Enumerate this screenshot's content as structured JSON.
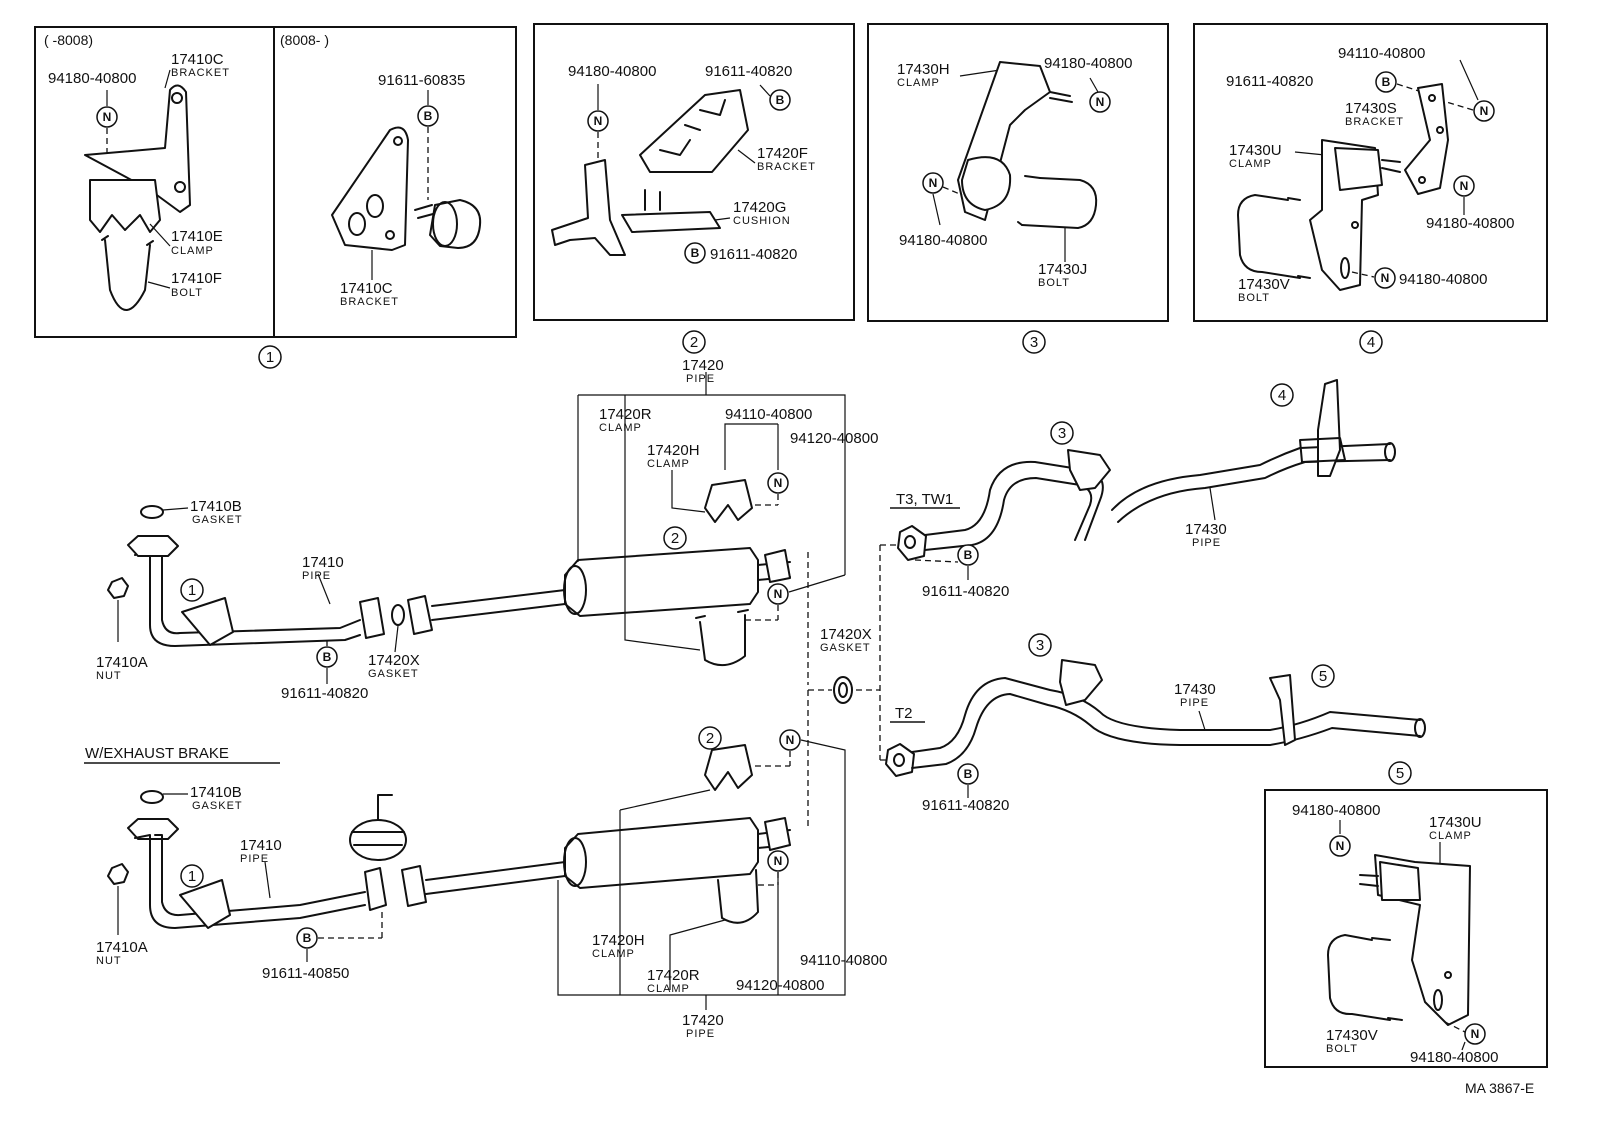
{
  "panels": {
    "p1a": {
      "range": "(      -8008)",
      "bracket_no": "17410C",
      "bracket_name": "BRACKET",
      "nut_no": "94180-40800",
      "clamp_no": "17410E",
      "clamp_name": "CLAMP",
      "bolt_no": "17410F",
      "bolt_name": "BOLT"
    },
    "p1b": {
      "range": "(8008-        )",
      "bolt_no": "91611-60835",
      "bracket_no": "17410C",
      "bracket_name": "BRACKET"
    },
    "p1_ref": "1",
    "p2": {
      "nut_no": "94180-40800",
      "bolt_no": "91611-40820",
      "bracket_no": "17420F",
      "bracket_name": "BRACKET",
      "cushion_no": "17420G",
      "cushion_name": "CUSHION",
      "bolt2_no": "91611-40820",
      "ref": "2"
    },
    "p3": {
      "clamp_no": "17430H",
      "clamp_name": "CLAMP",
      "nut_no": "94180-40800",
      "nut2_no": "94180-40800",
      "bolt_no": "17430J",
      "bolt_name": "BOLT",
      "ref": "3"
    },
    "p4": {
      "nut_no": "94110-40800",
      "bolt_no": "91611-40820",
      "bracket_no": "17430S",
      "bracket_name": "BRACKET",
      "clamp_no": "17430U",
      "clamp_name": "CLAMP",
      "nut2_no": "94180-40800",
      "ubolt_no": "17430V",
      "ubolt_name": "BOLT",
      "nut3_no": "94180-40800",
      "ref": "4"
    },
    "p5": {
      "nut_no": "94180-40800",
      "clamp_no": "17430U",
      "clamp_name": "CLAMP",
      "ubolt_no": "17430V",
      "ubolt_name": "BOLT",
      "nut2_no": "94180-40800",
      "ref": "5"
    }
  },
  "symbols": {
    "nut": "N",
    "bolt": "B"
  },
  "upper_assembly": {
    "gasket_no": "17410B",
    "gasket_name": "GASKET",
    "nut_no": "17410A",
    "nut_name": "NUT",
    "pipe_no": "17410",
    "pipe_name": "PIPE",
    "bolt_no": "91611-40820",
    "gasket2_no": "17420X",
    "gasket2_name": "GASKET",
    "ref1": "1",
    "ref2": "2",
    "pipe2_no": "17420",
    "pipe2_name": "PIPE",
    "clampR_no": "17420R",
    "clampR_name": "CLAMP",
    "clampH_no": "17420H",
    "clampH_name": "CLAMP",
    "nut2_no": "94110-40800",
    "nut3_no": "94120-40800"
  },
  "middle": {
    "gasket_no": "17420X",
    "gasket_name": "GASKET"
  },
  "tail_t3": {
    "variant": "T3, TW1",
    "bolt_no": "91611-40820",
    "ref3": "3",
    "ref4": "4",
    "pipe_no": "17430",
    "pipe_name": "PIPE"
  },
  "tail_t2": {
    "variant": "T2",
    "bolt_no": "91611-40820",
    "ref3": "3",
    "ref5": "5",
    "pipe_no": "17430",
    "pipe_name": "PIPE"
  },
  "exhaust_brake": {
    "heading": "W/EXHAUST BRAKE",
    "gasket_no": "17410B",
    "gasket_name": "GASKET",
    "nut_no": "17410A",
    "nut_name": "NUT",
    "pipe_no": "17410",
    "pipe_name": "PIPE",
    "bolt_no": "91611-40850",
    "ref1": "1",
    "ref2": "2",
    "clampH_no": "17420H",
    "clampH_name": "CLAMP",
    "clampR_no": "17420R",
    "clampR_name": "CLAMP",
    "nut2_no": "94110-40800",
    "nut3_no": "94120-40800",
    "pipe2_no": "17420",
    "pipe2_name": "PIPE"
  },
  "drawing_code": "MA 3867-E"
}
